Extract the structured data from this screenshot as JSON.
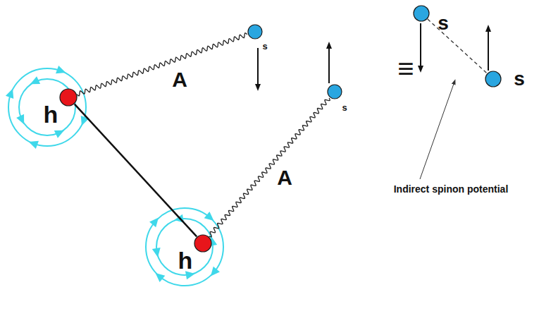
{
  "diagram": {
    "nodes": [
      {
        "text": [
          "h"
        ]
      },
      {
        "text": [
          "s"
        ]
      },
      {
        "text": [
          "h"
        ]
      },
      {
        "text": [
          "s"
        ]
      },
      {
        "text": [
          "s"
        ]
      },
      {
        "text": [
          "s"
        ]
      }
    ],
    "edges": [
      {
        "from": 0,
        "to": 1,
        "arrow": "none",
        "label": "A"
      },
      {
        "from": 2,
        "to": 3,
        "arrow": "none",
        "label": "A"
      },
      {
        "from": 0,
        "to": 2,
        "arrow": "none"
      },
      {
        "from": 4,
        "to": 5,
        "arrow": "none"
      }
    ],
    "labels": [
      "≡",
      "Indirect spinon potential"
    ]
  }
}
